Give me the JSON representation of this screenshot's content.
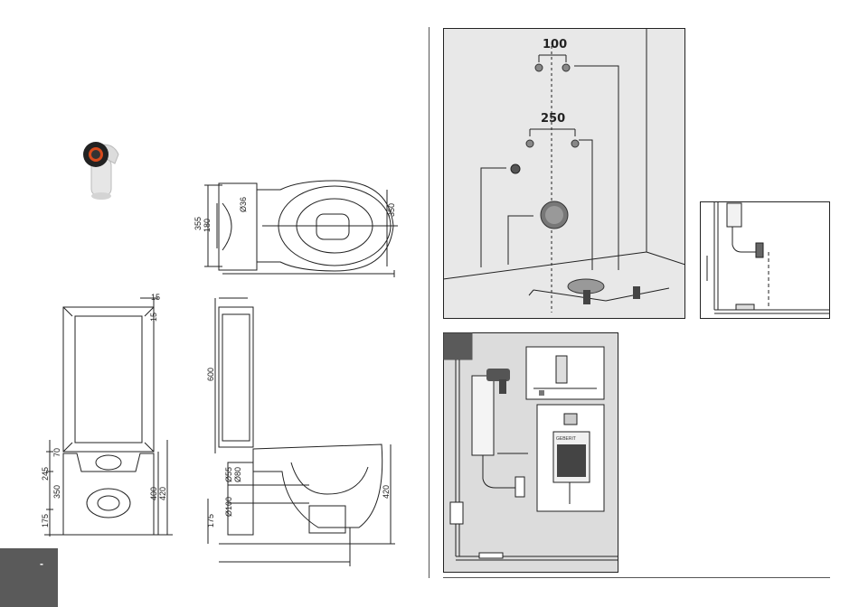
{
  "left_page": {
    "top_view": {
      "dims": [
        "355",
        "180",
        "Ø36",
        "350"
      ]
    },
    "front_view": {
      "dims": [
        "15",
        "15",
        "70",
        "245",
        "350",
        "175",
        "400",
        "420"
      ]
    },
    "side_view": {
      "dims": [
        "600",
        "Ø55",
        "Ø80",
        "Ø100",
        "175",
        "420"
      ]
    },
    "side_tab_mark": "-"
  },
  "right_page": {
    "wall_panel": {
      "dim_upper": "100",
      "dim_lower": "250"
    },
    "install_panel": {
      "brand": "GEBERIT"
    }
  },
  "colors": {
    "tab": "#5a5a5a",
    "panel_bg": "#e8e8e8",
    "install_bg": "#dcdcdc",
    "line": "#222222"
  }
}
